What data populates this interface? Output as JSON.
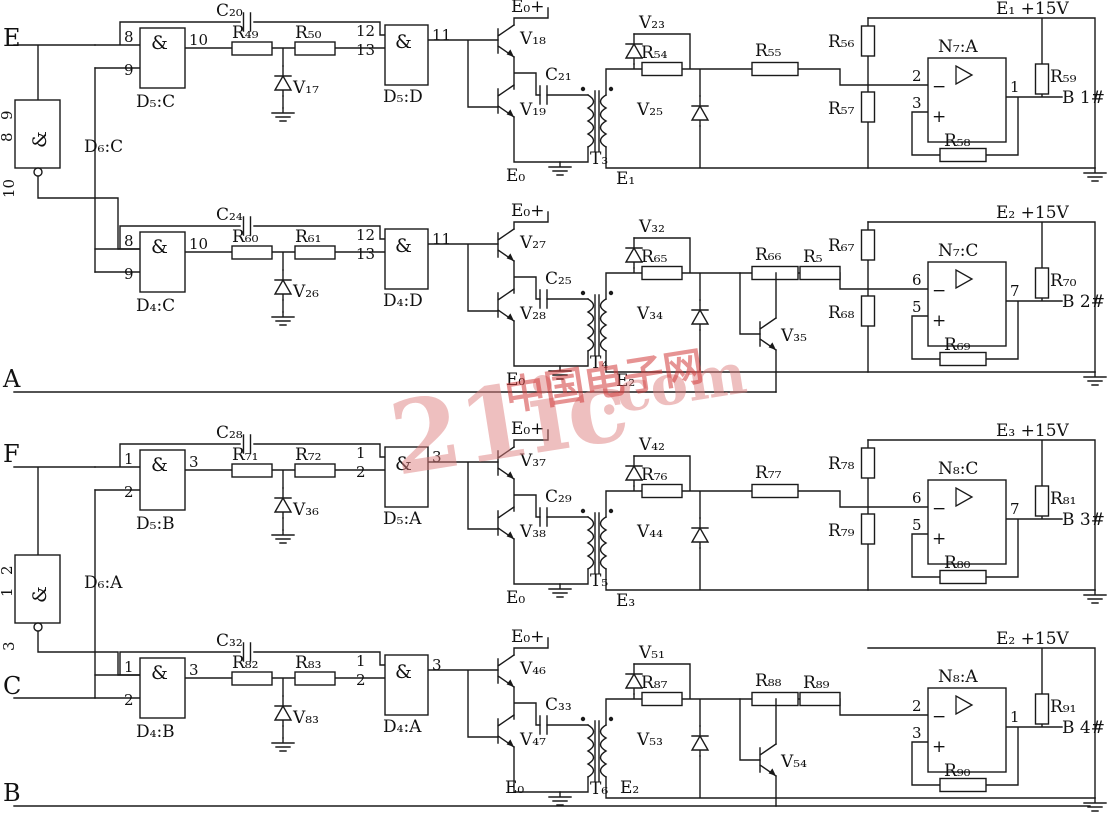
{
  "sym": {
    "and": "&",
    "minus": "−",
    "plus": "+"
  },
  "watermark": {
    "big": "21ic",
    "ext": ".com",
    "cn": "中国电子网"
  },
  "buses": {
    "e": "E",
    "a": "A",
    "f": "F",
    "c": "C",
    "b": "B"
  },
  "left_gates": {
    "d6c": {
      "name": "D₆:C",
      "pin_a": "9",
      "pin_b": "8",
      "out": "10"
    },
    "d6a": {
      "name": "D₆:A",
      "pin_a": "2",
      "pin_b": "1",
      "out": "3"
    }
  },
  "channels": [
    {
      "cap_in": "C₂₀",
      "gate1": {
        "pin_a": "8",
        "pin_b": "9",
        "out": "10",
        "name": "D₅:C"
      },
      "r_a": "R₄₉",
      "r_b": "R₅₀",
      "d_clamp": "V₁₇",
      "gate2": {
        "pin_a": "12",
        "pin_b": "13",
        "out": "11",
        "name": "D₅:D"
      },
      "rail": "E₀+",
      "q_top": "V₁₈",
      "q_bot": "V₁₉",
      "cap_c": "C₂₁",
      "xfmr": "T₃",
      "gnd_lbl": "E₀",
      "sec_lbl": "E₁",
      "d_top": "V₂₃",
      "r_snub": "R₅₄",
      "d_sec": "V₂₅",
      "r_ser1": "R₅₅",
      "r_up": "R₅₆",
      "r_dn": "R₅₇",
      "amp": {
        "name": "N₇:A",
        "pin_inv": "2",
        "pin_ni": "3",
        "out": "1"
      },
      "r_out": "R₅₉",
      "r_fb": "R₅₈",
      "out_lbl": "B 1#",
      "supply": "E₁ +15V"
    },
    {
      "cap_in": "C₂₄",
      "gate1": {
        "pin_a": "8",
        "pin_b": "9",
        "out": "10",
        "name": "D₄:C"
      },
      "r_a": "R₆₀",
      "r_b": "R₆₁",
      "d_clamp": "V₂₆",
      "gate2": {
        "pin_a": "12",
        "pin_b": "13",
        "out": "11",
        "name": "D₄:D"
      },
      "rail": "E₀+",
      "q_top": "V₂₇",
      "q_bot": "V₂₈",
      "cap_c": "C₂₅",
      "xfmr": "T₄",
      "gnd_lbl": "E₀",
      "sec_lbl": "E₂",
      "d_top": "V₃₂",
      "r_snub": "R₆₅",
      "d_sec": "V₃₄",
      "r_ser1": "R₆₆",
      "r_ser2": "R₅",
      "q_aux": "V₃₅",
      "r_up": "R₆₇",
      "r_dn": "R₆₈",
      "amp": {
        "name": "N₇:C",
        "pin_inv": "6",
        "pin_ni": "5",
        "out": "7"
      },
      "r_out": "R₇₀",
      "r_fb": "R₆₉",
      "out_lbl": "B 2#",
      "supply": "E₂ +15V"
    },
    {
      "cap_in": "C₂₈",
      "gate1": {
        "pin_a": "1",
        "pin_b": "2",
        "out": "3",
        "name": "D₅:B"
      },
      "r_a": "R₇₁",
      "r_b": "R₇₂",
      "d_clamp": "V₃₆",
      "gate2": {
        "pin_a": "1",
        "pin_b": "2",
        "out": "3",
        "name": "D₅:A"
      },
      "rail": "E₀+",
      "q_top": "V₃₇",
      "q_bot": "V₃₈",
      "cap_c": "C₂₉",
      "xfmr": "T₅",
      "gnd_lbl": "E₀",
      "sec_lbl": "E₃",
      "d_top": "V₄₂",
      "r_snub": "R₇₆",
      "d_sec": "V₄₄",
      "r_ser1": "R₇₇",
      "r_up": "R₇₈",
      "r_dn": "R₇₉",
      "amp": {
        "name": "N₈:C",
        "pin_inv": "6",
        "pin_ni": "5",
        "out": "7"
      },
      "r_out": "R₈₁",
      "r_fb": "R₈₀",
      "out_lbl": "B 3#",
      "supply": "E₃ +15V"
    },
    {
      "cap_in": "C₃₂",
      "gate1": {
        "pin_a": "1",
        "pin_b": "2",
        "out": "3",
        "name": "D₄:B"
      },
      "r_a": "R₈₂",
      "r_b": "R₈₃",
      "d_clamp": "V₈₃",
      "gate2": {
        "pin_a": "1",
        "pin_b": "2",
        "out": "3",
        "name": "D₄:A"
      },
      "rail": "E₀+",
      "q_top": "V₄₆",
      "q_bot": "V₄₇",
      "cap_c": "C₃₃",
      "xfmr": "T₆",
      "gnd_lbl": "E₀",
      "sec_lbl": "E₂",
      "d_top": "V₅₁",
      "r_snub": "R₈₇",
      "d_sec": "V₅₃",
      "r_ser1": "R₈₈",
      "r_ser2": "R₈₉",
      "q_aux": "V₅₄",
      "amp": {
        "name": "N₈:A",
        "pin_inv": "2",
        "pin_ni": "3",
        "out": "1"
      },
      "r_out": "R₉₁",
      "r_fb": "R₉₀",
      "out_lbl": "B 4#",
      "supply": "E₂ +15V"
    }
  ]
}
